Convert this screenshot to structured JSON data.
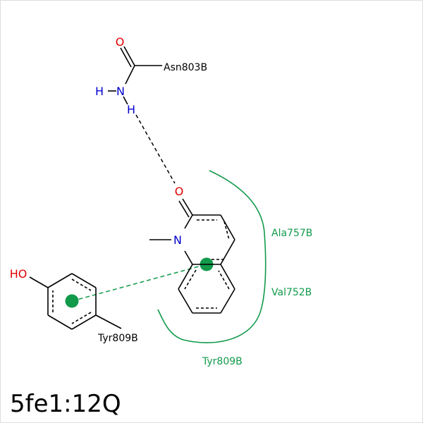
{
  "title": "5fe1:12Q",
  "colors": {
    "bond": "#000000",
    "oxygen": "#e00000",
    "nitrogen": "#0000d0",
    "hydrophobic": "#129a4b",
    "hbond": "#000000",
    "label": "#000000"
  },
  "atoms": {
    "o_asn": "O",
    "n_asn": "N",
    "h_asn_left": "H",
    "h_asn_bottom": "H",
    "o_ligand": "O",
    "n_ligand": "N",
    "ho_tyr": "HO"
  },
  "residues": {
    "asn": "Asn803B",
    "tyr_stick": "Tyr809B",
    "ala": "Ala757B",
    "val": "Val752B",
    "tyr_arc": "Tyr809B"
  }
}
